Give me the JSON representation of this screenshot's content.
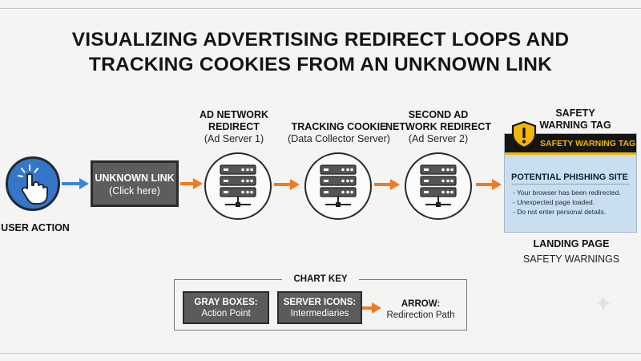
{
  "title": {
    "line1": "VISUALIZING ADVERTISING REDIRECT LOOPS AND",
    "line2": "TRACKING COOKIES FROM AN UNKNOWN LINK"
  },
  "nodes": {
    "user": {
      "label": "USER ACTION",
      "icon": "pointer-hand-icon"
    },
    "unknown_link": {
      "title": "UNKNOWN LINK",
      "subtitle": "(Click here)"
    },
    "ad_network": {
      "title_line1": "AD NETWORK",
      "title_line2": "REDIRECT",
      "subtitle": "(Ad Server 1)",
      "icon": "server-icon"
    },
    "tracking": {
      "title": "TRACKING COOKIE",
      "subtitle": "(Data Collector Server)",
      "icon": "server-icon"
    },
    "second_ad": {
      "title_line1": "SECOND AD",
      "title_line2": "NETWORK REDIRECT",
      "subtitle": "(Ad Server 2)",
      "icon": "server-icon"
    },
    "safety": {
      "caption_line1": "SAFETY",
      "caption_line2": "WARNING TAG",
      "header": "SAFETY WARNING TAG",
      "panel_title": "POTENTIAL PHISHING SITE",
      "bullets": [
        "- Your browser has been redirected.",
        "- Unexpected page loaded.",
        "- Do not enter personal details."
      ],
      "footer_title": "LANDING PAGE",
      "footer_subtitle": "SAFETY WARNINGS",
      "icon": "warning-shield-icon"
    }
  },
  "key": {
    "title": "CHART KEY",
    "items": [
      {
        "title": "GRAY BOXES:",
        "subtitle": "Action Point"
      },
      {
        "title": "SERVER ICONS:",
        "subtitle": "Intermediaries"
      }
    ],
    "arrow": {
      "title": "ARROW:",
      "subtitle": "Redirection Path"
    }
  },
  "colors": {
    "user_blue": "#3576c8",
    "arrow_blue": "#3a86d6",
    "arrow_orange": "#f07a22",
    "box_gray": "#5d5d5d",
    "warning_yellow": "#f2b705",
    "panel_blue": "#c9dff0"
  }
}
